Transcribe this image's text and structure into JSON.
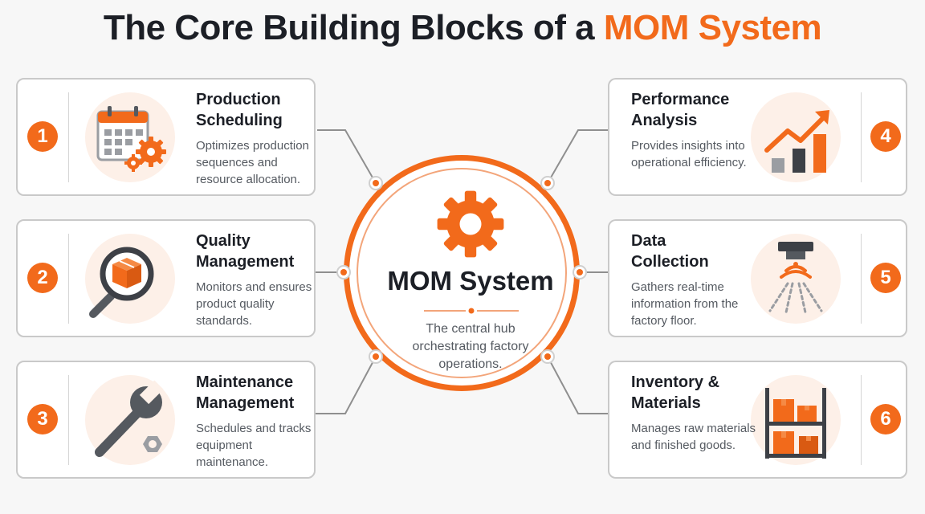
{
  "title": {
    "main": "The Core Building Blocks of a",
    "accent": "MOM System"
  },
  "center": {
    "title": "MOM System",
    "subtitle": "The central hub orchestrating factory operations."
  },
  "blocks": [
    {
      "number": "1",
      "title": "Production\nScheduling",
      "description": "Optimizes production sequences and resource allocation.",
      "icon": "calendar-gears-icon"
    },
    {
      "number": "2",
      "title": "Quality\nManagement",
      "description": "Monitors and ensures product quality standards.",
      "icon": "magnifier-box-icon"
    },
    {
      "number": "3",
      "title": "Maintenance\nManagement",
      "description": "Schedules and tracks equipment maintenance.",
      "icon": "wrench-nut-icon"
    },
    {
      "number": "4",
      "title": "Performance\nAnalysis",
      "description": "Provides insights into operational efficiency.",
      "icon": "bar-chart-arrow-icon"
    },
    {
      "number": "5",
      "title": "Data\nCollection",
      "description": "Gathers real-time information from the factory floor.",
      "icon": "sensor-icon"
    },
    {
      "number": "6",
      "title": "Inventory &\nMaterials",
      "description": "Manages raw materials and finished goods.",
      "icon": "shelf-boxes-icon"
    }
  ],
  "colors": {
    "accent": "#f26a1b",
    "dark": "#1c1f26",
    "text": "#555a61",
    "border": "#c9c9c9",
    "icon_dark": "#55595f",
    "icon_bg": "#fdf0e8"
  }
}
